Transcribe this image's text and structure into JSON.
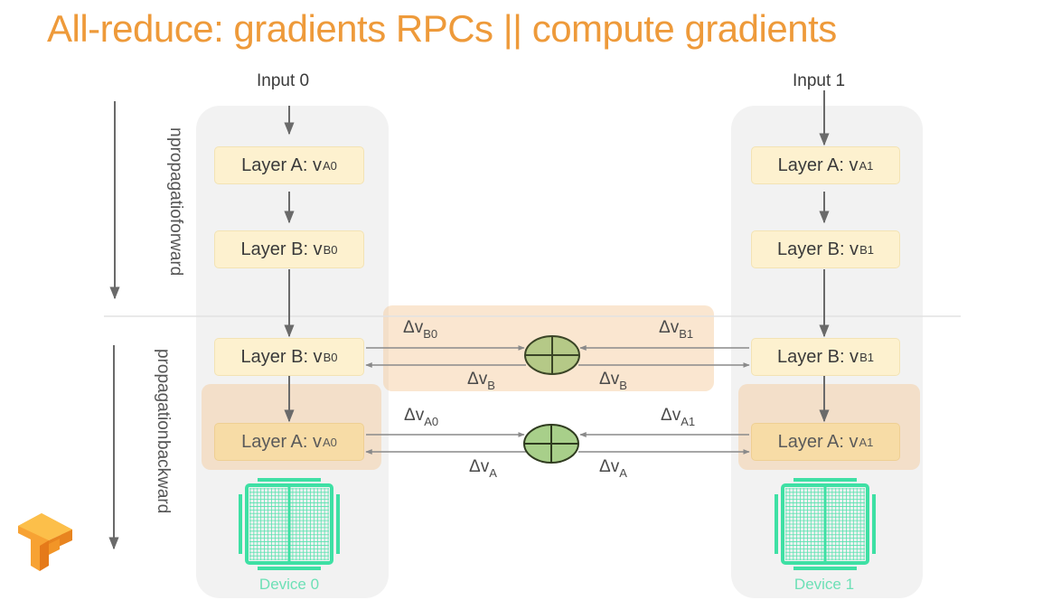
{
  "title": "All-reduce: gradients RPCs || compute gradients",
  "colors": {
    "title": "#ee9a3a",
    "device": "#3ee0a4",
    "reducer_fill": "#a8cf86",
    "reducer_stroke": "#2f3b1f",
    "arrow": "#707070"
  },
  "phases": {
    "forward": [
      "forward",
      "propagatio",
      "n"
    ],
    "backward": [
      "backward",
      "propagation"
    ]
  },
  "devices": [
    {
      "input_label": "Input 0",
      "device_label": "Device 0",
      "forward_layers": [
        {
          "text": "Layer A: v",
          "sub": "A0"
        },
        {
          "text": "Layer B: v",
          "sub": "B0"
        }
      ],
      "backward_layers": [
        {
          "text": "Layer B: v",
          "sub": "B0"
        },
        {
          "text": "Layer A: v",
          "sub": "A0"
        }
      ]
    },
    {
      "input_label": "Input 1",
      "device_label": "Device 1",
      "forward_layers": [
        {
          "text": "Layer A: v",
          "sub": "A1"
        },
        {
          "text": "Layer B: v",
          "sub": "B1"
        }
      ],
      "backward_layers": [
        {
          "text": "Layer B: v",
          "sub": "B1"
        },
        {
          "text": "Layer A: v",
          "sub": "A1"
        }
      ]
    }
  ],
  "gradients": {
    "B": {
      "left_in": {
        "text": "Δv",
        "sub": "B0"
      },
      "right_in": {
        "text": "Δv",
        "sub": "B1"
      },
      "left_out": {
        "text": "Δv",
        "sub": "B"
      },
      "right_out": {
        "text": "Δv",
        "sub": "B"
      }
    },
    "A": {
      "left_in": {
        "text": "Δv",
        "sub": "A0"
      },
      "right_in": {
        "text": "Δv",
        "sub": "A1"
      },
      "left_out": {
        "text": "Δv",
        "sub": "A"
      },
      "right_out": {
        "text": "Δv",
        "sub": "A"
      }
    }
  }
}
